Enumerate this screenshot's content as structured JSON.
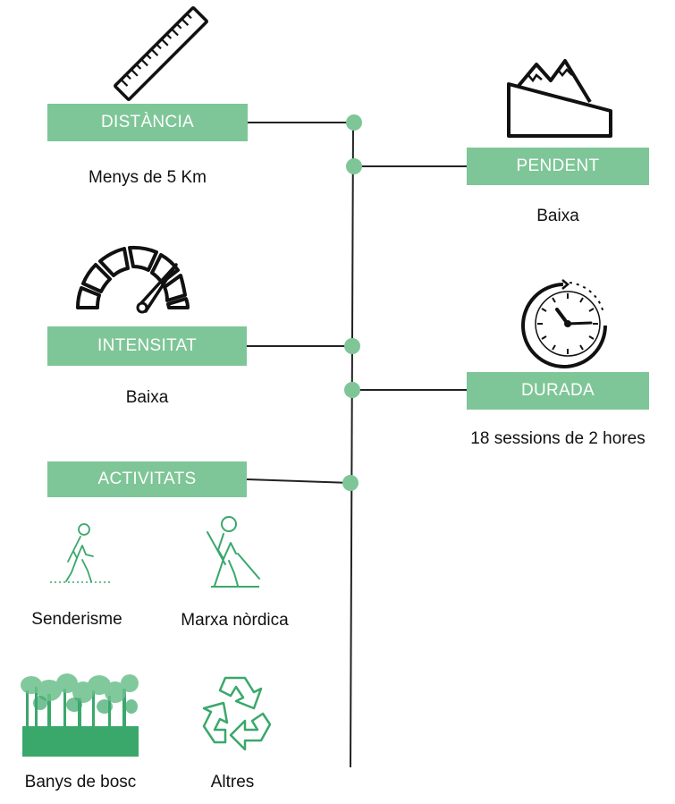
{
  "colors": {
    "accent": "#7ec697",
    "icon_green": "#3aa86b",
    "line": "#222222"
  },
  "items": {
    "distancia": {
      "badge": "DISTÀNCIA",
      "value": "Menys de 5 Km",
      "icon": "ruler-icon"
    },
    "pendent": {
      "badge": "PENDENT",
      "value": "Baixa",
      "icon": "mountain-slope-icon"
    },
    "intensitat": {
      "badge": "INTENSITAT",
      "value": "Baixa",
      "icon": "speedometer-icon"
    },
    "durada": {
      "badge": "DURADA",
      "value": "18 sessions de 2 hores",
      "icon": "clock-icon"
    },
    "activitats": {
      "badge": "ACTIVITATS"
    }
  },
  "activities": [
    {
      "label": "Senderisme",
      "icon": "hiker-icon"
    },
    {
      "label": "Marxa nòrdica",
      "icon": "nordic-walker-icon"
    },
    {
      "label": "Banys de bosc",
      "icon": "forest-icon"
    },
    {
      "label": "Altres",
      "icon": "recycle-icon"
    }
  ]
}
